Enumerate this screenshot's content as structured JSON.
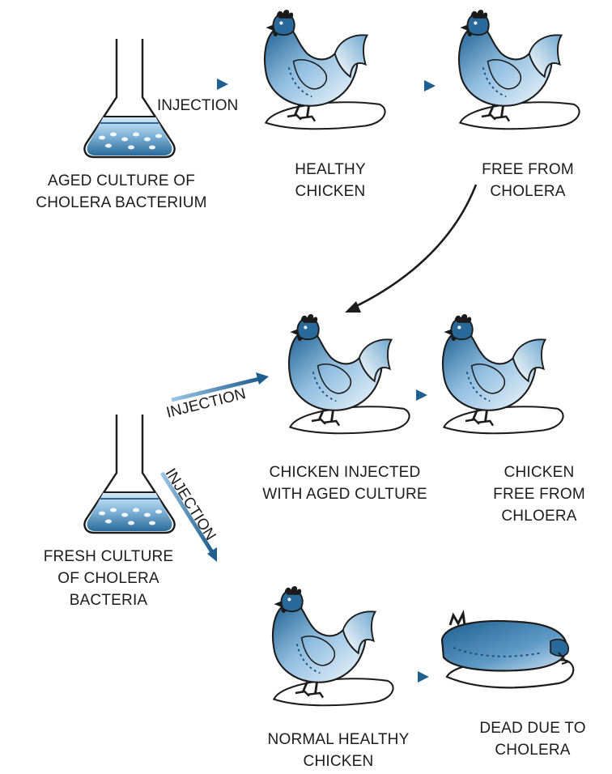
{
  "colors": {
    "ink": "#1c1c1c",
    "blue_dark": "#1f5f8f",
    "blue_mid": "#6fa8cf",
    "blue_light": "#d9ebf6",
    "comb": "#1a1a1a"
  },
  "labels": {
    "aged_culture": [
      "AGED CULTURE OF",
      "CHOLERA BACTERIUM"
    ],
    "healthy_chicken": [
      "HEALTHY",
      "CHICKEN"
    ],
    "free_from_cholera": [
      "FREE FROM",
      "CHOLERA"
    ],
    "chicken_injected_aged": [
      "CHICKEN INJECTED",
      "WITH AGED CULTURE"
    ],
    "chicken_free_from_chloera": [
      "CHICKEN",
      "FREE FROM",
      "CHLOERA"
    ],
    "fresh_culture": [
      "FRESH CULTURE",
      "OF CHOLERA",
      "BACTERIA"
    ],
    "normal_healthy_chicken": [
      "NORMAL HEALTHY",
      "CHICKEN"
    ],
    "dead_due_to_cholera": [
      "DEAD DUE TO",
      "CHOLERA"
    ]
  },
  "arrow_labels": {
    "injection_top": "INJECTION",
    "injection_middle": "INJECTION",
    "injection_diagonal": "INJECTION"
  },
  "icons": [
    "flask-icon",
    "chicken-icon",
    "dead-chicken-icon",
    "arrow-icon"
  ]
}
